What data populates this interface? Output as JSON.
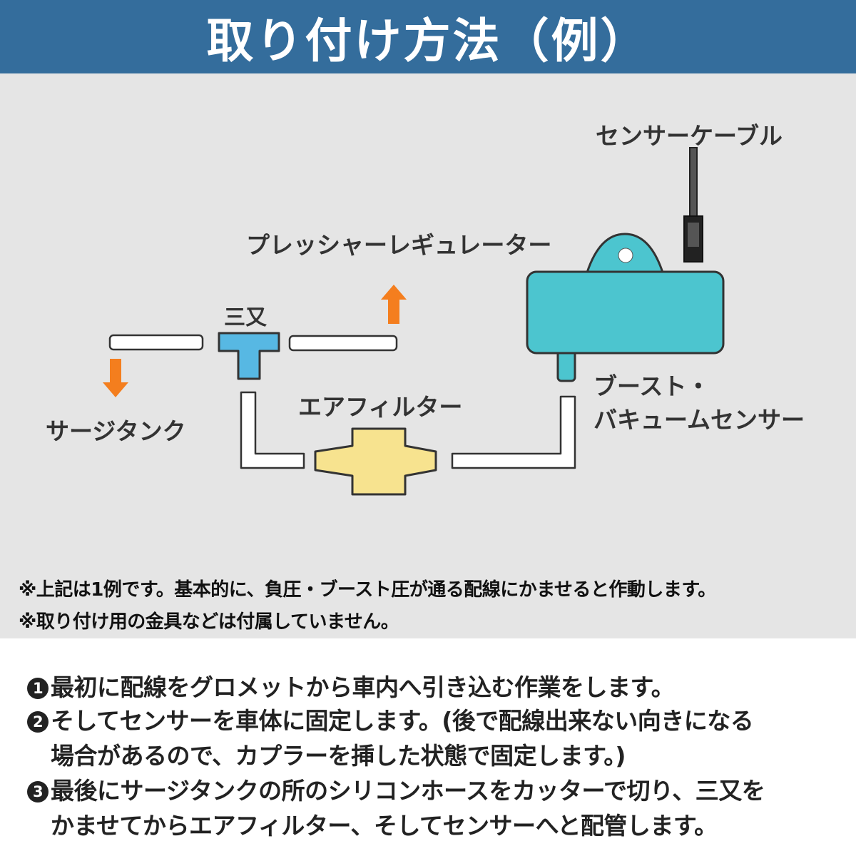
{
  "header": {
    "title": "取り付け方法（例）"
  },
  "colors": {
    "header_bg": "#346d9c",
    "panel_bg": "#e5e5e5",
    "tee": "#57b8e3",
    "filter": "#f7e38f",
    "sensor": "#4cc5cf",
    "arrow": "#f47e1e",
    "hose": "#ffffff",
    "outline": "#333333"
  },
  "diagram": {
    "labels": {
      "sensor_cable": "センサーケーブル",
      "pressure_regulator": "プレッシャーレギュレーター",
      "tee": "三又",
      "air_filter": "エアフィルター",
      "surge_tank": "サージタンク",
      "boost_vacuum_sensor_line1": "ブースト・",
      "boost_vacuum_sensor_line2": "バキュームセンサー"
    },
    "icons": {
      "down_arrow": "down-arrow-icon",
      "up_arrow": "up-arrow-icon"
    }
  },
  "notes": [
    "※上記は1例です。基本的に、負圧・ブースト圧が通る配線にかませると作動します。",
    "※取り付け用の金具などは付属していません。"
  ],
  "steps": [
    {
      "num": "1",
      "lines": [
        "最初に配線をグロメットから車内へ引き込む作業をします。"
      ]
    },
    {
      "num": "2",
      "lines": [
        "そしてセンサーを車体に固定します。(後で配線出来ない向きになる",
        "場合があるので、カプラーを挿した状態で固定します。)"
      ]
    },
    {
      "num": "3",
      "lines": [
        "最後にサージタンクの所のシリコンホースをカッターで切り、三又を",
        "かませてからエアフィルター、そしてセンサーへと配管します。"
      ]
    }
  ]
}
